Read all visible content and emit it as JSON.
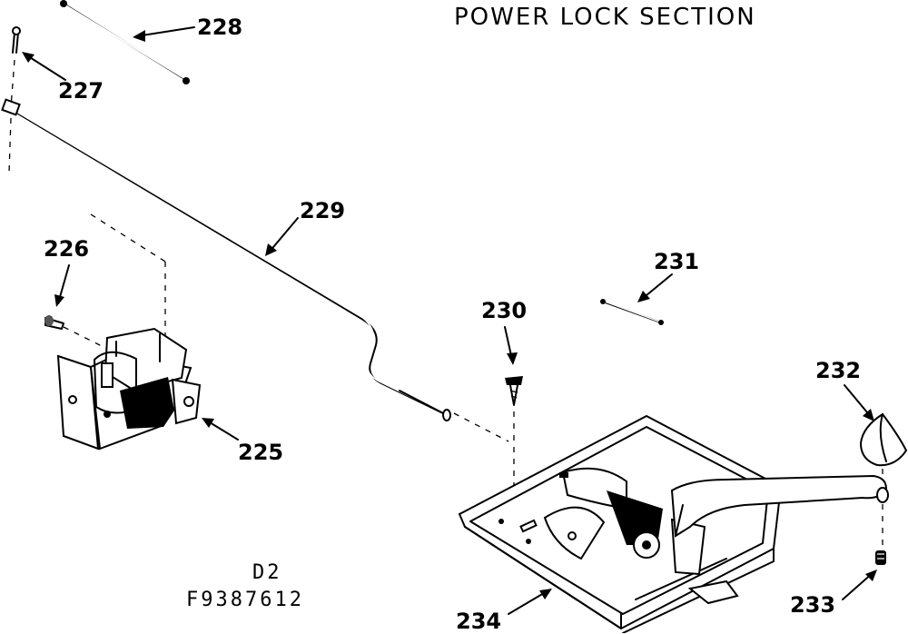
{
  "title": "POWER LOCK SECTION",
  "callouts": {
    "p225": "225",
    "p226": "226",
    "p227": "227",
    "p228": "228",
    "p229": "229",
    "p230": "230",
    "p231": "231",
    "p232": "232",
    "p233": "233",
    "p234": "234"
  },
  "drawing_ref": "D2",
  "figure_number": "F9387612"
}
